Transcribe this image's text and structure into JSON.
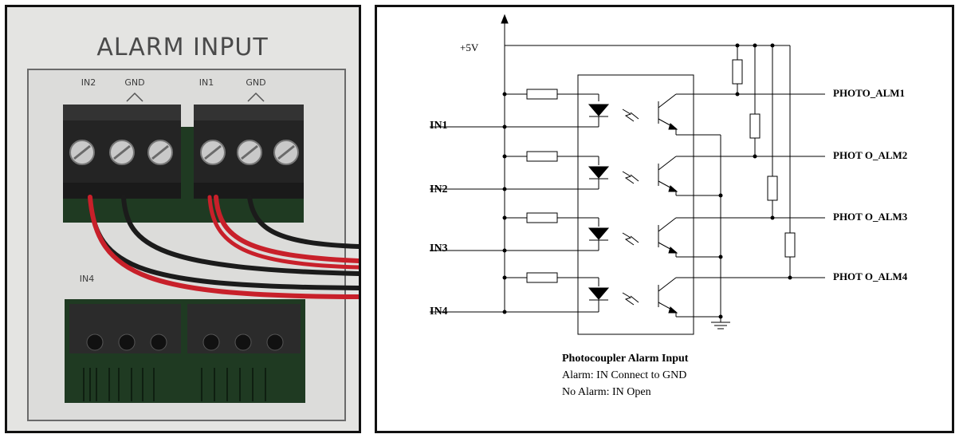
{
  "photo": {
    "title": "ALARM INPUT",
    "top_labels": [
      "IN2",
      "GND",
      "IN1",
      "GND"
    ],
    "bottom_label": "IN4"
  },
  "schematic": {
    "supply_label": "+5V",
    "inputs": [
      "IN1",
      "IN2",
      "IN3",
      "IN4"
    ],
    "outputs": [
      "PHOTO_ALM1",
      "PHOT O_ALM2",
      "PHOT O_ALM3",
      "PHOT O_ALM4"
    ],
    "caption": {
      "title": "Photocoupler Alarm Input",
      "line1": "Alarm: IN Connect to GND",
      "line2": "No Alarm: IN Open"
    }
  },
  "colors": {
    "wire_red": "#c8202a",
    "wire_black": "#1b1b1b",
    "terminal": "#242424",
    "pcb": "#1f3a22",
    "panel": "#e3e3e1"
  }
}
